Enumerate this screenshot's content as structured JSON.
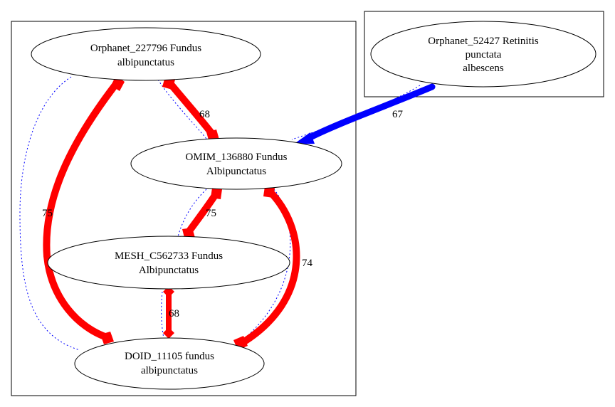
{
  "nodes": {
    "orphanet_227796": {
      "lines": [
        "Orphanet_227796 Fundus",
        "albipunctatus"
      ]
    },
    "orphanet_52427": {
      "lines": [
        "Orphanet_52427 Retinitis",
        "punctata",
        "albescens"
      ]
    },
    "omim_136880": {
      "lines": [
        "OMIM_136880 Fundus",
        "Albipunctatus"
      ]
    },
    "mesh_c562733": {
      "lines": [
        "MESH_C562733 Fundus",
        "Albipunctatus"
      ]
    },
    "doid_11105": {
      "lines": [
        "DOID_11105 fundus",
        "albipunctatus"
      ]
    }
  },
  "edges": {
    "orphanet227796_omim": {
      "label": "68",
      "color": "#ff0000"
    },
    "orphanet227796_doid": {
      "label": "75",
      "color": "#ff0000"
    },
    "omim_mesh": {
      "label": "75",
      "color": "#ff0000"
    },
    "omim_doid": {
      "label": "74",
      "color": "#ff0000"
    },
    "mesh_doid": {
      "label": "68",
      "color": "#ff0000"
    },
    "orphanet52427_omim": {
      "label": "67",
      "color": "#0000ff"
    }
  },
  "colors": {
    "dotted_link": "#0000ff",
    "red_edge": "#ff0000",
    "blue_edge": "#0000ff"
  }
}
